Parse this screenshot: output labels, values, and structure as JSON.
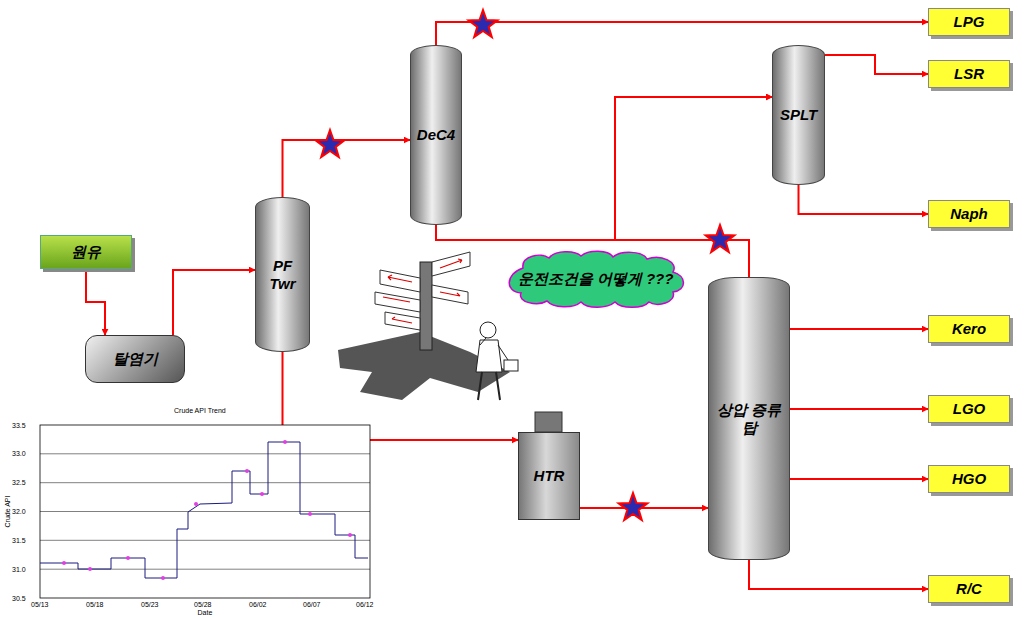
{
  "diagram": {
    "nodes": [
      {
        "text": [
          "원유"
        ]
      },
      {
        "text": [
          "탈염기"
        ]
      },
      {
        "text": [
          "PF Twr"
        ]
      },
      {
        "text": [
          "DeC4"
        ]
      },
      {
        "text": [
          "SPLT"
        ]
      },
      {
        "text": [
          "상압 증류탑"
        ]
      },
      {
        "text": [
          "HTR"
        ]
      },
      {
        "text": [
          "LPG"
        ]
      },
      {
        "text": [
          "LSR"
        ]
      },
      {
        "text": [
          "Naph"
        ]
      },
      {
        "text": [
          "Kero"
        ]
      },
      {
        "text": [
          "LGO"
        ]
      },
      {
        "text": [
          "HGO"
        ]
      },
      {
        "text": [
          "R/C"
        ]
      },
      {
        "text": [
          "운전조건을 어떻게 ???"
        ]
      }
    ],
    "edges": [
      {
        "from": 0,
        "to": 1,
        "arrow": "to"
      },
      {
        "from": 1,
        "to": 2,
        "arrow": "to"
      },
      {
        "from": 2,
        "to": 3,
        "arrow": "to"
      },
      {
        "from": 3,
        "to": 7,
        "arrow": "to"
      },
      {
        "from": 3,
        "to": 4,
        "arrow": "to"
      },
      {
        "from": 5,
        "to": 4,
        "arrow": "to"
      },
      {
        "from": 4,
        "to": 8,
        "arrow": "to"
      },
      {
        "from": 4,
        "to": 9,
        "arrow": "to"
      },
      {
        "from": 2,
        "to": 6,
        "arrow": "to"
      },
      {
        "from": 6,
        "to": 5,
        "arrow": "to"
      },
      {
        "from": 5,
        "to": 10,
        "arrow": "to"
      },
      {
        "from": 5,
        "to": 11,
        "arrow": "to"
      },
      {
        "from": 5,
        "to": 12,
        "arrow": "to"
      },
      {
        "from": 5,
        "to": 13,
        "arrow": "to"
      }
    ],
    "labels": [
      "Crude API Trend",
      "33.5",
      "33.0",
      "32.5",
      "32.0",
      "31.5",
      "31.0",
      "30.5",
      "05/13",
      "05/18",
      "05/23",
      "05/28",
      "06/02",
      "06/07",
      "06/12",
      "Crude API",
      "Date"
    ]
  }
}
